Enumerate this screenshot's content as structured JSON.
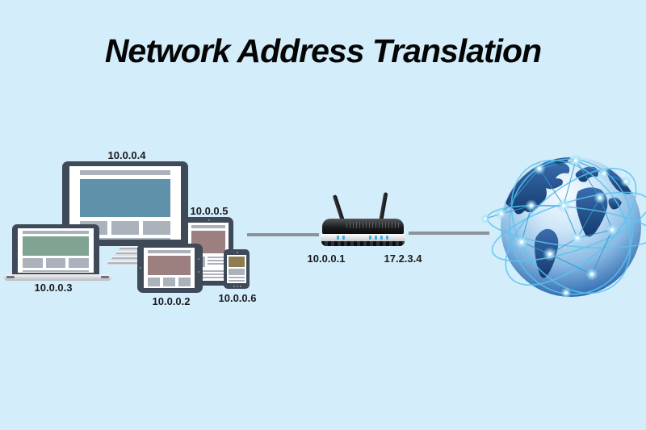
{
  "title": "Network Address Translation",
  "devices": {
    "desktop": {
      "type": "desktop-monitor",
      "ip": "10.0.0.4"
    },
    "laptop": {
      "type": "laptop",
      "ip": "10.0.0.3"
    },
    "tablet_landscape": {
      "type": "tablet",
      "ip": "10.0.0.2"
    },
    "tablet_portrait": {
      "type": "tablet",
      "ip": "10.0.0.5"
    },
    "phone": {
      "type": "smartphone",
      "ip": "10.0.0.6"
    }
  },
  "router": {
    "type": "wireless-router",
    "lan_ip": "10.0.0.1",
    "wan_ip": "17.2.3.4"
  },
  "internet": {
    "icon": "globe-network-icon"
  },
  "colors": {
    "background": "#d3edfb",
    "device_frame": "#3f4a59",
    "placeholder_gray": "#abb2bb",
    "monitor_hero": "#5f92aa",
    "laptop_hero": "#80a492",
    "tablet_hero": "#9c7f7f",
    "phone_hero": "#8e7d50",
    "link_line": "#8d9298",
    "led_blue": "#3fb0e2",
    "globe_orbit": "#59c5f0",
    "label_text": "#1b1b1b"
  }
}
